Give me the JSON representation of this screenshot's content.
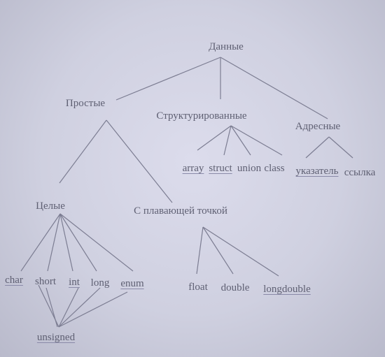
{
  "diagram": {
    "nodes": {
      "root": "Данные",
      "simple": "Простые",
      "structured": "Структурированные",
      "address": "Адресные",
      "integer": "Целые",
      "floating": "С плавающей точкой",
      "array": "array",
      "struct": "struct",
      "union": "union",
      "class": "class",
      "pointer": "указатель",
      "reference": "ссылка",
      "char": "char",
      "short": "short",
      "int": "int",
      "long": "long",
      "enum": "enum",
      "unsigned": "unsigned",
      "float": "float",
      "double": "double",
      "longdouble": "longdouble"
    },
    "underlined": [
      "char",
      "int",
      "enum",
      "unsigned",
      "longdouble",
      "array",
      "struct",
      "pointer"
    ]
  }
}
